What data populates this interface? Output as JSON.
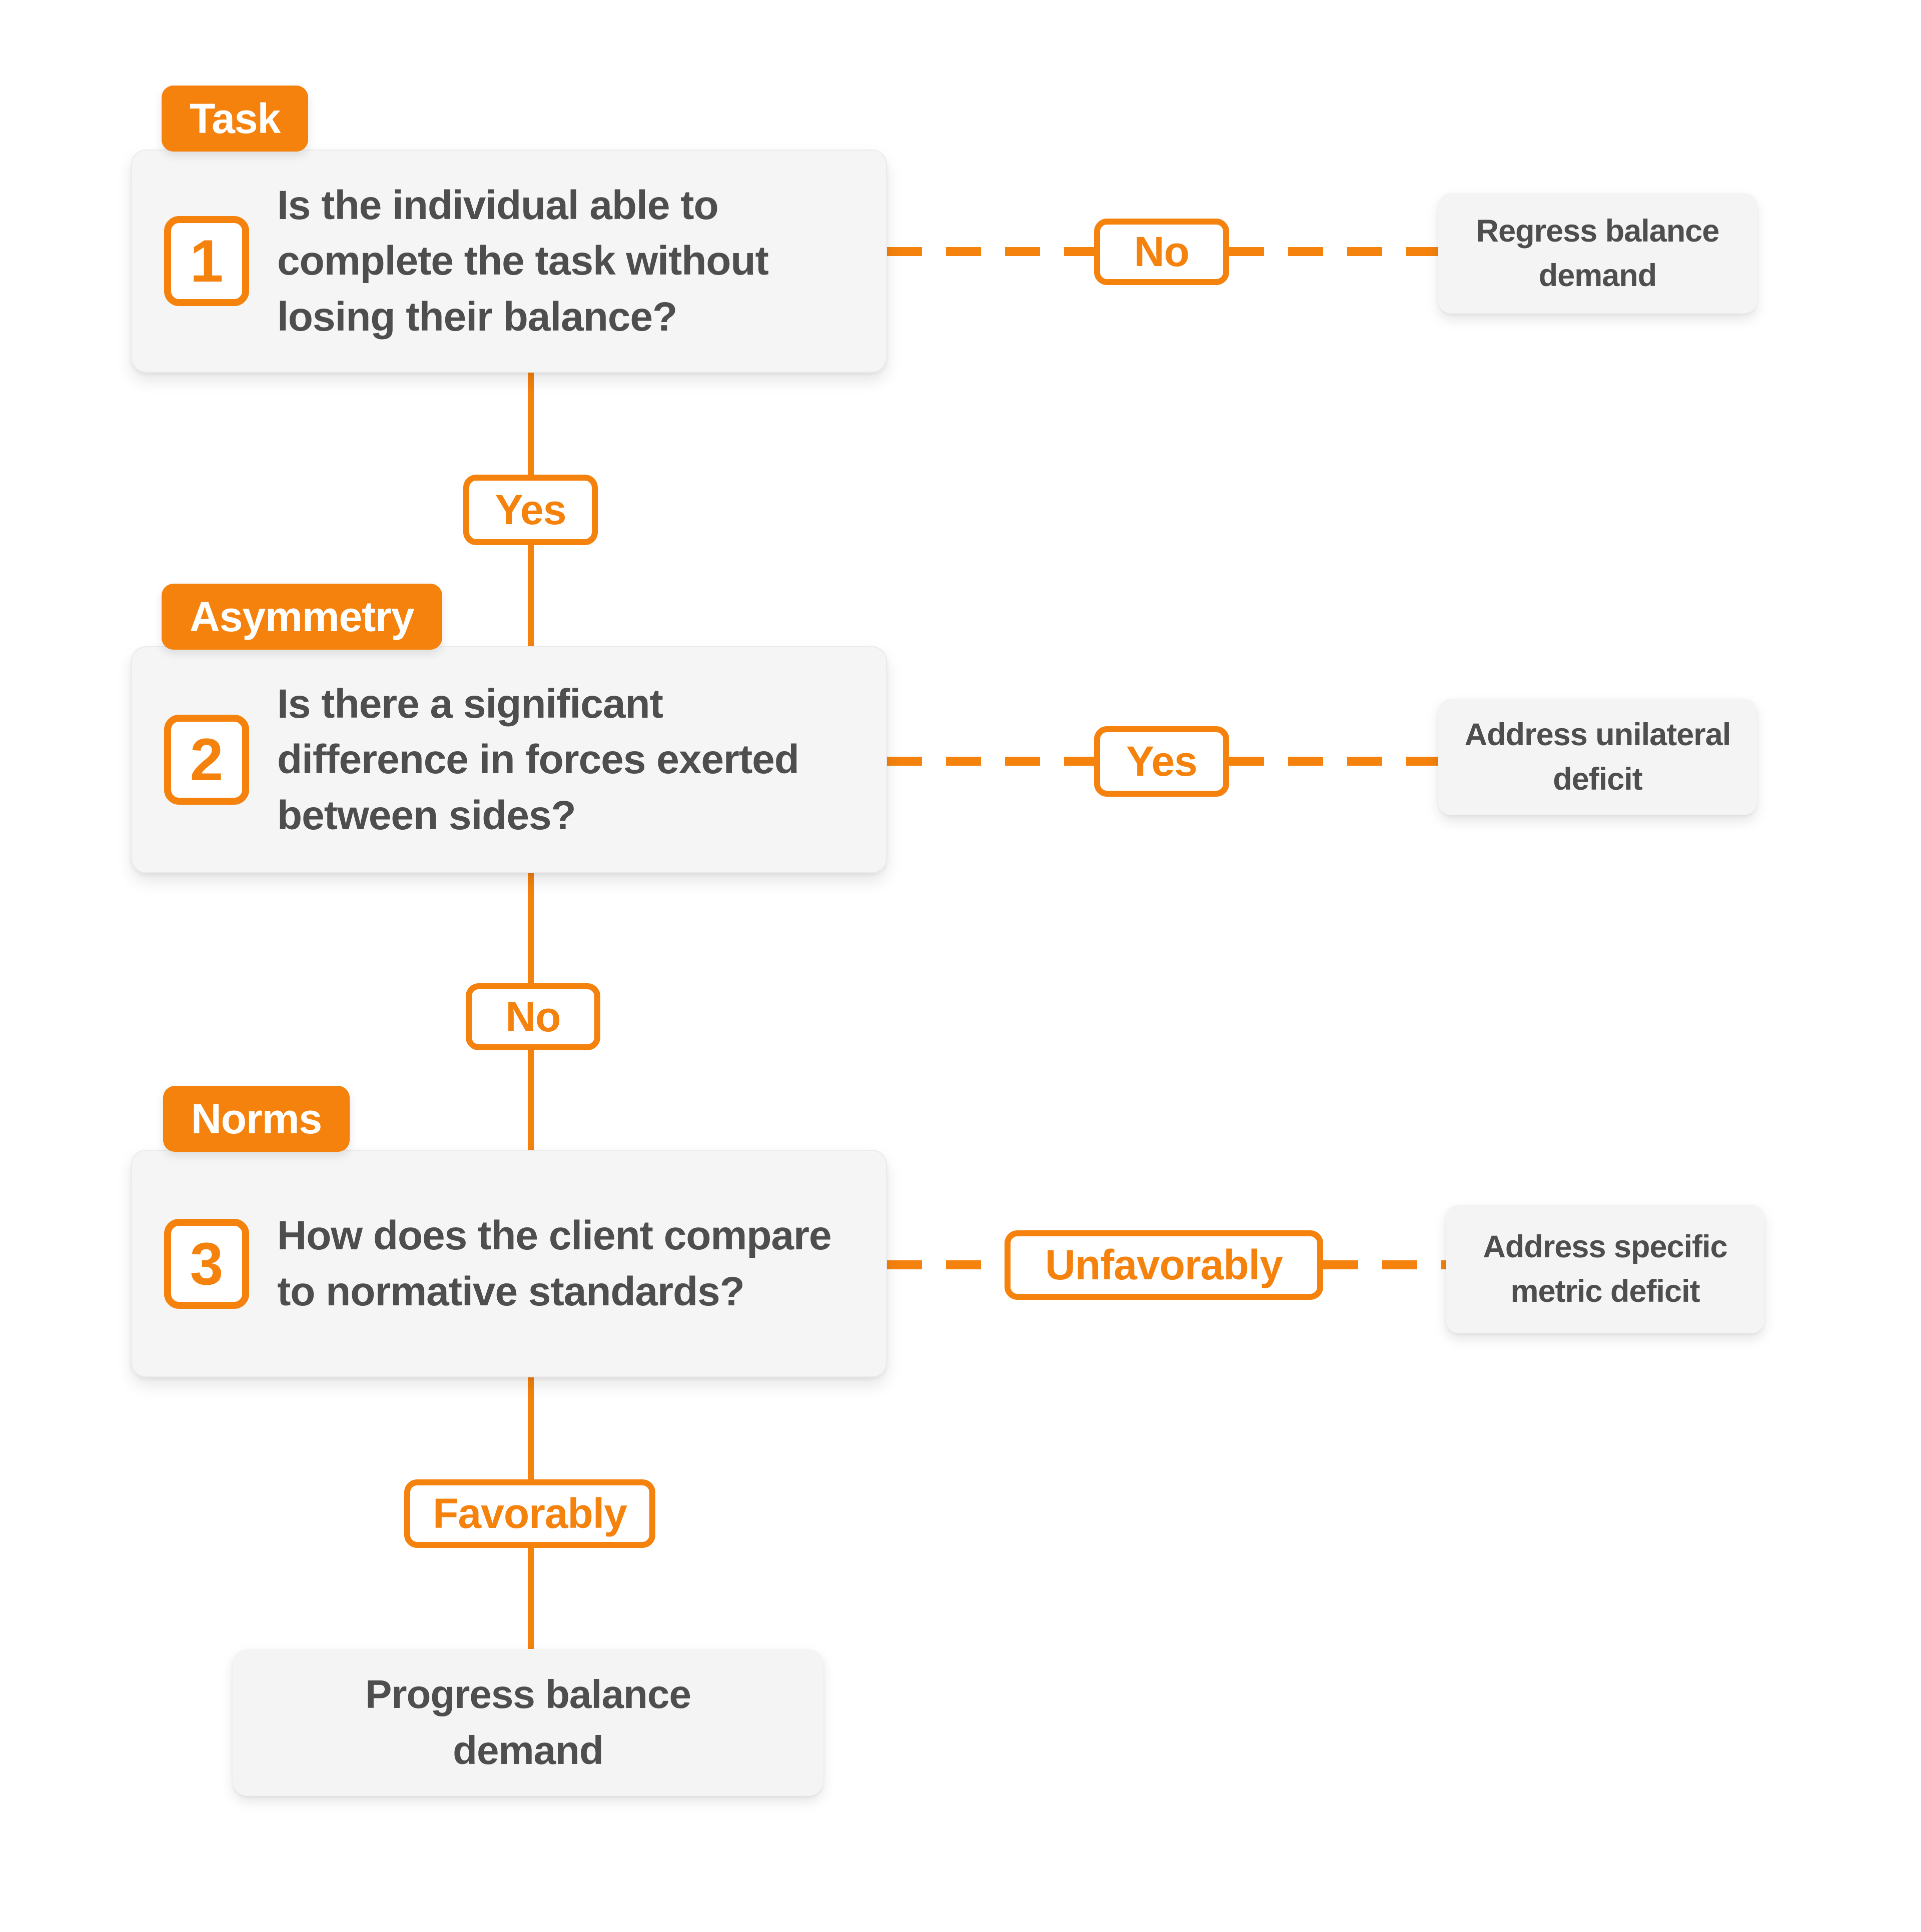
{
  "colors": {
    "accent": "#F5820D",
    "text": "#4E4E4E",
    "node_bg": "#F5F5F6"
  },
  "flow": {
    "steps": [
      {
        "tag": "Task",
        "number": "1",
        "question": "Is the individual able to complete the task without losing their balance?",
        "branch_label": "No",
        "branch_result": "Regress balance demand",
        "continue_label": "Yes"
      },
      {
        "tag": "Asymmetry",
        "number": "2",
        "question": "Is there a significant difference in forces exerted between sides?",
        "branch_label": "Yes",
        "branch_result": "Address unilateral deficit",
        "continue_label": "No"
      },
      {
        "tag": "Norms",
        "number": "3",
        "question": "How does the client compare to normative standards?",
        "branch_label": "Unfavorably",
        "branch_result": "Address specific metric deficit",
        "continue_label": "Favorably"
      }
    ],
    "final_result": "Progress balance demand"
  }
}
